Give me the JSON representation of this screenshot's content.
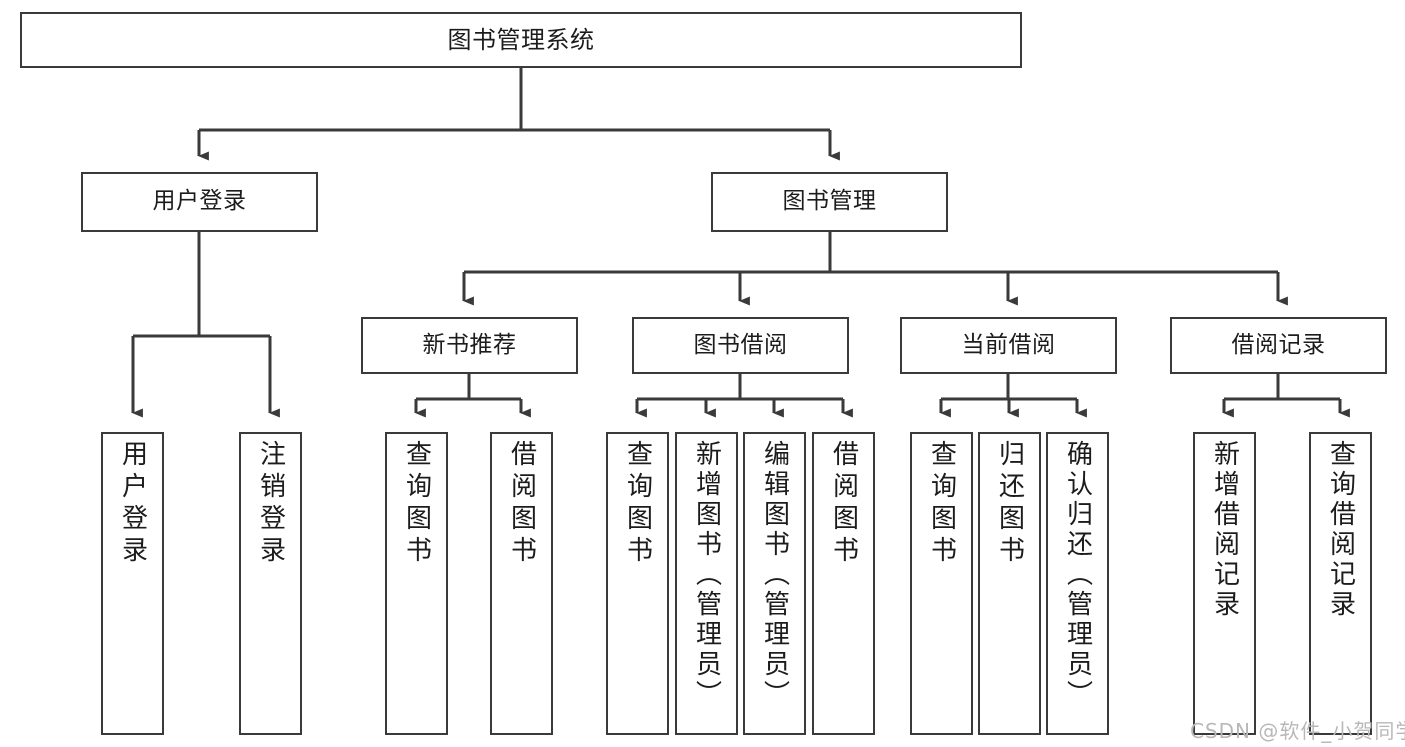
{
  "diagram": {
    "title": "图书管理系统",
    "type": "tree",
    "nodes": {
      "root": {
        "label": "图书管理系统"
      },
      "level2": [
        {
          "id": "user-login",
          "label": "用户登录"
        },
        {
          "id": "book-manage",
          "label": "图书管理"
        }
      ],
      "level3": [
        {
          "id": "new-book-recommend",
          "label": "新书推荐"
        },
        {
          "id": "book-borrow",
          "label": "图书借阅"
        },
        {
          "id": "current-borrow",
          "label": "当前借阅"
        },
        {
          "id": "borrow-record",
          "label": "借阅记录"
        }
      ],
      "leaves": [
        {
          "id": "leaf-user-login",
          "label": "用户登录"
        },
        {
          "id": "leaf-user-logout",
          "label": "注销登录"
        },
        {
          "id": "leaf-query-book-1",
          "label": "查询图书"
        },
        {
          "id": "leaf-borrow-book-1",
          "label": "借阅图书"
        },
        {
          "id": "leaf-query-book-2",
          "label": "查询图书"
        },
        {
          "id": "leaf-add-book",
          "label": "新增图书（管理员）"
        },
        {
          "id": "leaf-edit-book",
          "label": "编辑图书（管理员）"
        },
        {
          "id": "leaf-borrow-book-2",
          "label": "借阅图书"
        },
        {
          "id": "leaf-query-book-3",
          "label": "查询图书"
        },
        {
          "id": "leaf-return-book",
          "label": "归还图书"
        },
        {
          "id": "leaf-confirm-return",
          "label": "确认归还（管理员）"
        },
        {
          "id": "leaf-add-record",
          "label": "新增借阅记录"
        },
        {
          "id": "leaf-query-record",
          "label": "查询借阅记录"
        }
      ]
    },
    "edges": [
      {
        "from": "root",
        "to": "user-login"
      },
      {
        "from": "root",
        "to": "book-manage"
      },
      {
        "from": "user-login",
        "to": "leaf-user-login"
      },
      {
        "from": "user-login",
        "to": "leaf-user-logout"
      },
      {
        "from": "book-manage",
        "to": "new-book-recommend"
      },
      {
        "from": "book-manage",
        "to": "book-borrow"
      },
      {
        "from": "book-manage",
        "to": "current-borrow"
      },
      {
        "from": "book-manage",
        "to": "borrow-record"
      },
      {
        "from": "new-book-recommend",
        "to": "leaf-query-book-1"
      },
      {
        "from": "new-book-recommend",
        "to": "leaf-borrow-book-1"
      },
      {
        "from": "book-borrow",
        "to": "leaf-query-book-2"
      },
      {
        "from": "book-borrow",
        "to": "leaf-add-book"
      },
      {
        "from": "book-borrow",
        "to": "leaf-edit-book"
      },
      {
        "from": "book-borrow",
        "to": "leaf-borrow-book-2"
      },
      {
        "from": "current-borrow",
        "to": "leaf-query-book-3"
      },
      {
        "from": "current-borrow",
        "to": "leaf-return-book"
      },
      {
        "from": "current-borrow",
        "to": "leaf-confirm-return"
      },
      {
        "from": "borrow-record",
        "to": "leaf-add-record"
      },
      {
        "from": "borrow-record",
        "to": "leaf-query-record"
      }
    ],
    "colors": {
      "stroke": "#3a3a3a",
      "text": "#1c1c1c",
      "background": "#ffffff",
      "watermark": "#b8b8b8"
    }
  },
  "watermark": {
    "text": "CSDN @软件_小贺同学"
  }
}
